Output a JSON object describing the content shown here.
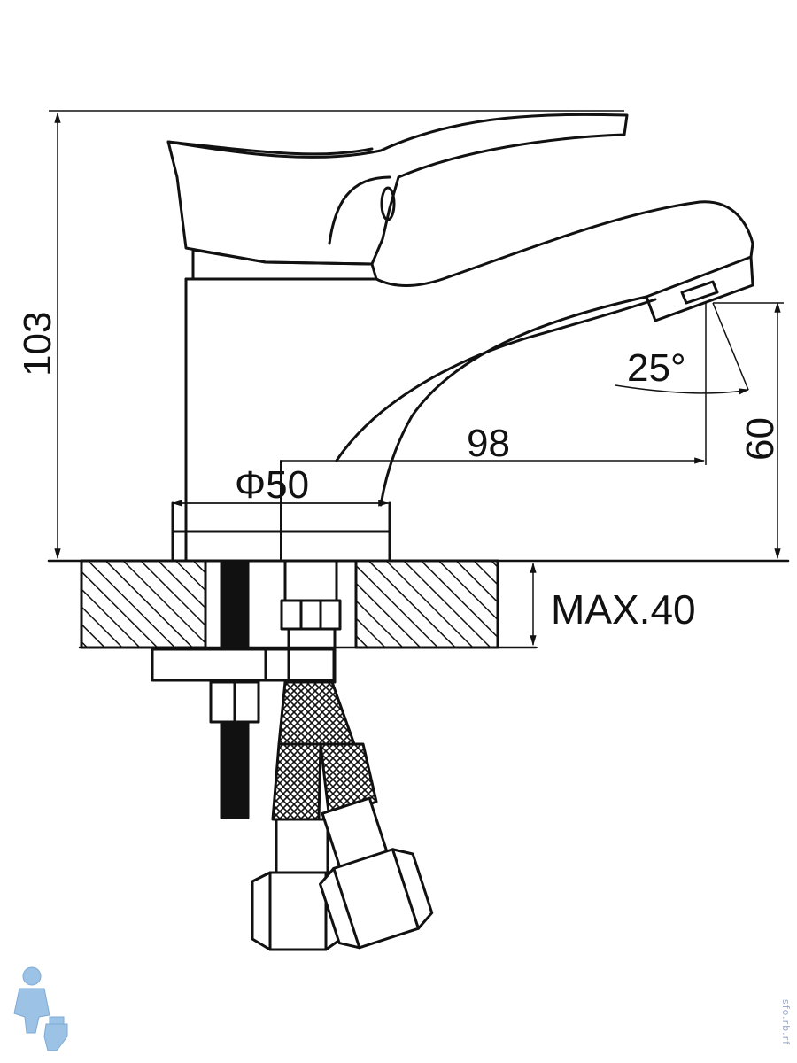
{
  "dimensions": {
    "height": "103",
    "spout_reach": "98",
    "spout_height": "60",
    "base_diameter": "Φ50",
    "spout_angle": "25°",
    "max_counter_thickness": "MAX.40"
  },
  "watermark": "sfo.rb.rf",
  "logo_icon": "plumber-figure-icon",
  "colors": {
    "line": "#111111",
    "hatch": "#111111",
    "background": "#ffffff",
    "logo": "#9cc3e6"
  }
}
